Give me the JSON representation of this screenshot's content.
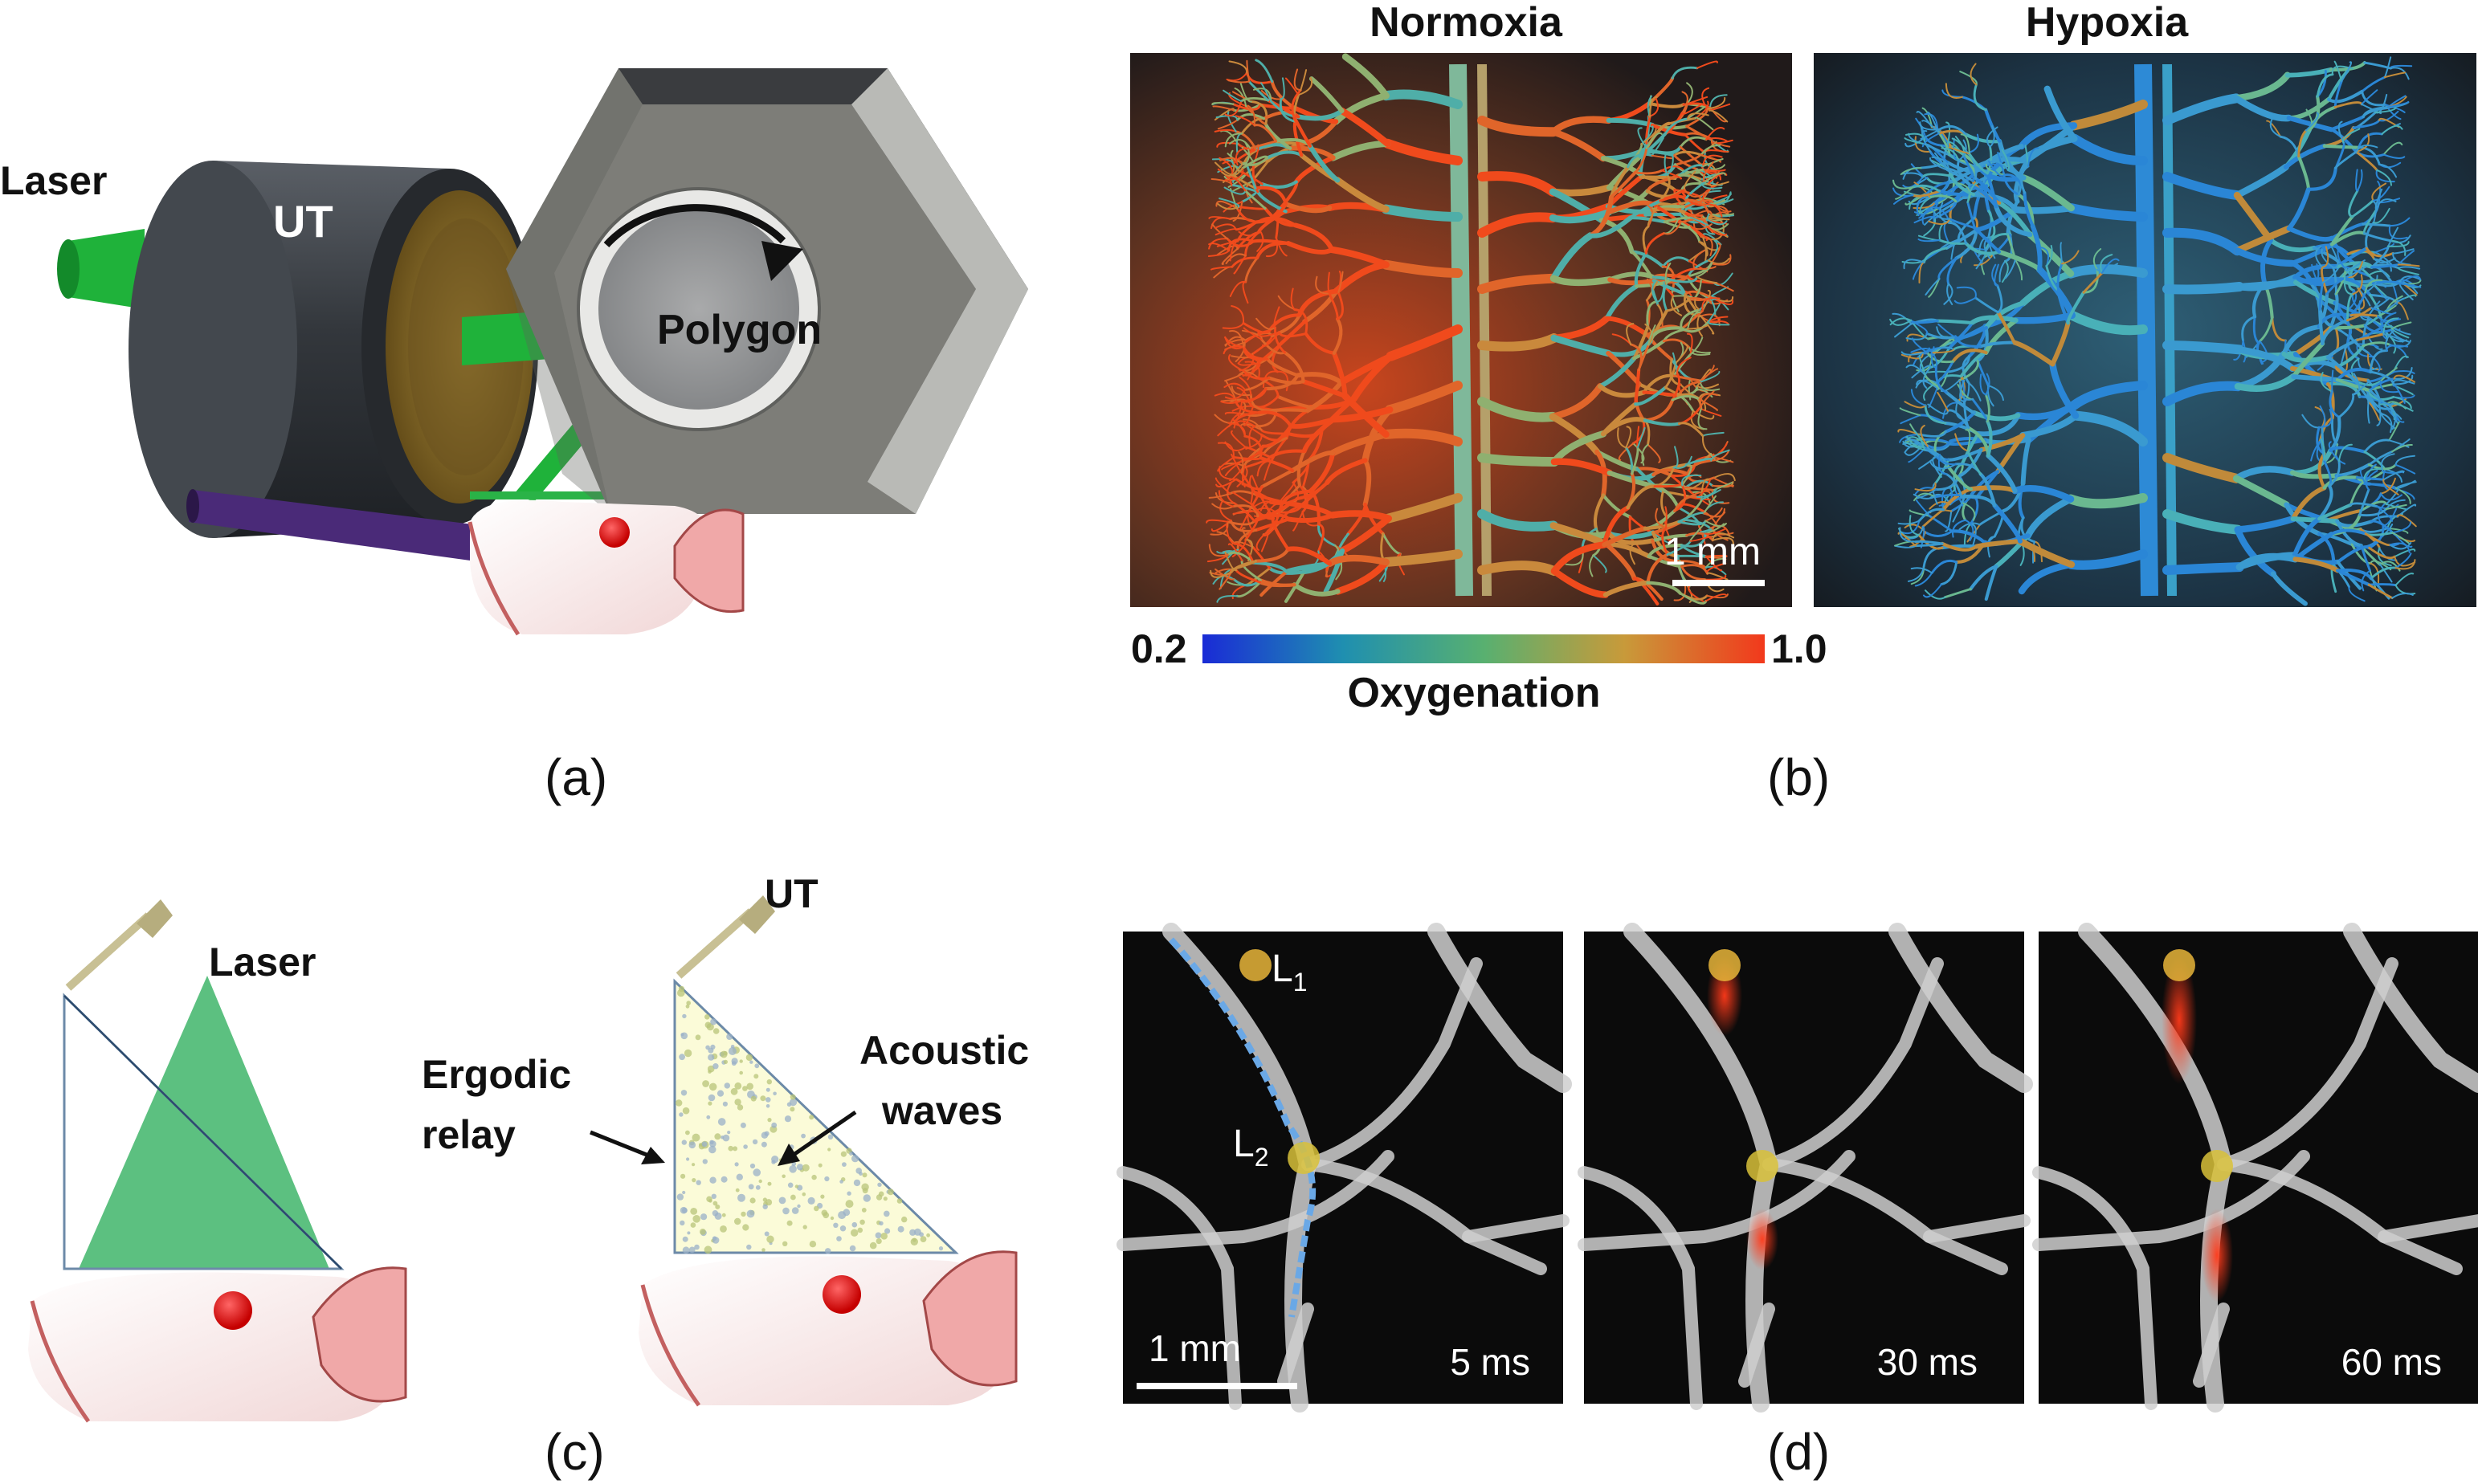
{
  "panel_a": {
    "caption": "(a)",
    "laser_label": "Laser",
    "ut_label": "UT",
    "polygon_label": "Polygon"
  },
  "panel_b": {
    "caption": "(b)",
    "normoxia_title": "Normoxia",
    "hypoxia_title": "Hypoxia",
    "scale_bar": "1 mm",
    "colorbar_min": "0.2",
    "colorbar_max": "1.0",
    "colorbar_label": "Oxygenation",
    "colorbar_colors": [
      "#1a2bd6",
      "#1f8fb0",
      "#58b070",
      "#c89a3a",
      "#f2391c"
    ]
  },
  "panel_c": {
    "caption": "(c)",
    "laser_label": "Laser",
    "ut_label": "UT",
    "ergodic_line1": "Ergodic",
    "ergodic_line2": "relay",
    "acoustic_line1": "Acoustic",
    "acoustic_line2": "waves"
  },
  "panel_d": {
    "caption": "(d)",
    "l1_main": "L",
    "l1_sub": "1",
    "l2_main": "L",
    "l2_sub": "2",
    "scale_bar": "1 mm",
    "times": [
      "5 ms",
      "30 ms",
      "60 ms"
    ]
  }
}
